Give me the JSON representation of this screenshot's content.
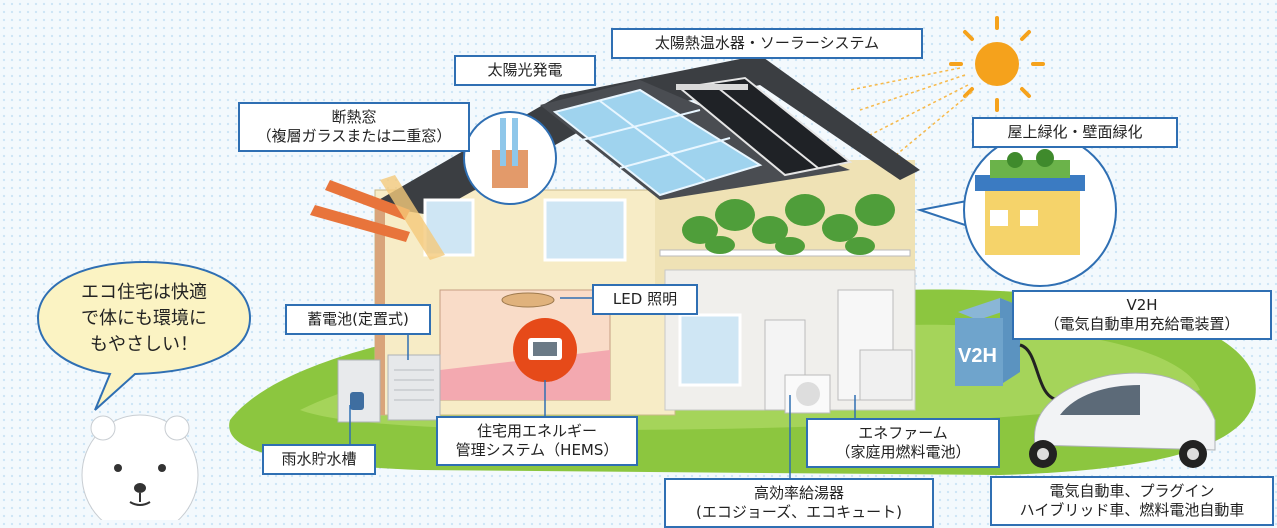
{
  "labels": {
    "solar_water_heater": "太陽熱温水器・ソーラーシステム",
    "solar_power": "太陽光発電",
    "insulated_window_title": "断熱窓",
    "insulated_window_sub": "（複層ガラスまたは二重窓）",
    "rooftop_greening": "屋上緑化・壁面緑化",
    "led_lighting": "LED 照明",
    "storage_battery": "蓄電池(定置式)",
    "v2h_title": "V2H",
    "v2h_sub": "（電気自動車用充給電装置）",
    "v2h_box_text": "V2H",
    "rainwater_tank": "雨水貯水槽",
    "hems_line1": "住宅用エネルギー",
    "hems_line2": "管理システム（HEMS）",
    "enefarm_line1": "エネファーム",
    "enefarm_line2": "（家庭用燃料電池）",
    "water_heater_line1": "高効率給湯器",
    "water_heater_line2": "(エコジョーズ、エコキュート)",
    "ev_line1": "電気自動車、プラグイン",
    "ev_line2": "ハイブリッド車、燃料電池自動車"
  },
  "speech_bubble": {
    "line1": "エコ住宅は快適",
    "line2": "で体にも環境に",
    "line3": "もやさしい！"
  },
  "colors": {
    "label_border": "#2f6fb3",
    "sun": "#f5a21c",
    "lawn": "#8cc63f",
    "wall": "#f7ecc6",
    "roof": "#3b3e42"
  }
}
